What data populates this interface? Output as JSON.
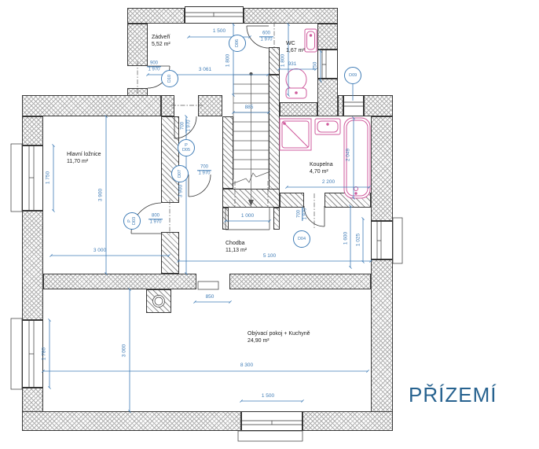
{
  "title": "PŘÍZEMÍ",
  "rooms": [
    {
      "name": "Zádveří",
      "area": "5,52 m²"
    },
    {
      "name": "WC",
      "area": "1,67 m²"
    },
    {
      "name": "Hlavní ložnice",
      "area": "11,70 m²"
    },
    {
      "name": "Koupelna",
      "area": "4,70 m²"
    },
    {
      "name": "Chodba",
      "area": "11,13 m²"
    },
    {
      "name": "Obývací pokoj + Kuchyně",
      "area": "24,90 m²"
    }
  ],
  "doors": [
    {
      "id": "D10",
      "prefix": "",
      "w": "900",
      "h": "1 970"
    },
    {
      "id": "D06",
      "prefix": "",
      "w": "600",
      "h": "1 970"
    },
    {
      "id": "D05",
      "prefix": "P",
      "w": "700",
      "h": "1 970"
    },
    {
      "id": "D07",
      "prefix": "",
      "w": "700",
      "h": "1 970"
    },
    {
      "id": "D03",
      "prefix": "P",
      "w": "800",
      "h": "1 970"
    },
    {
      "id": "D04",
      "prefix": "",
      "w": "700",
      "h": "1 970"
    }
  ],
  "window_tag": {
    "id": "O09"
  },
  "dims": {
    "entry_top": "1 500",
    "zadveri_w": "3 061",
    "zadveri_h": "1 800",
    "stair_shaft_h": "1 800",
    "wc_w": "931",
    "wc_h": "750",
    "stair_w": "885",
    "bath_w": "2 200",
    "tub_l": "2 049",
    "bed_win": "1 750",
    "bed_h": "3 900",
    "hall_h": "3 900",
    "bed_w": "3 000",
    "hall_e1": "1 600",
    "hall_e2": "1 025",
    "hall_w": "5 100",
    "under_stairs": "1 000",
    "pass_w": "850",
    "living_h": "3 000",
    "living_win": "1 780",
    "living_w": "8 300",
    "living_win_b": "1 500"
  },
  "colors": {
    "dimension": "#3f7cb6",
    "fixture": "#cf5a9c",
    "title": "#27628f"
  }
}
